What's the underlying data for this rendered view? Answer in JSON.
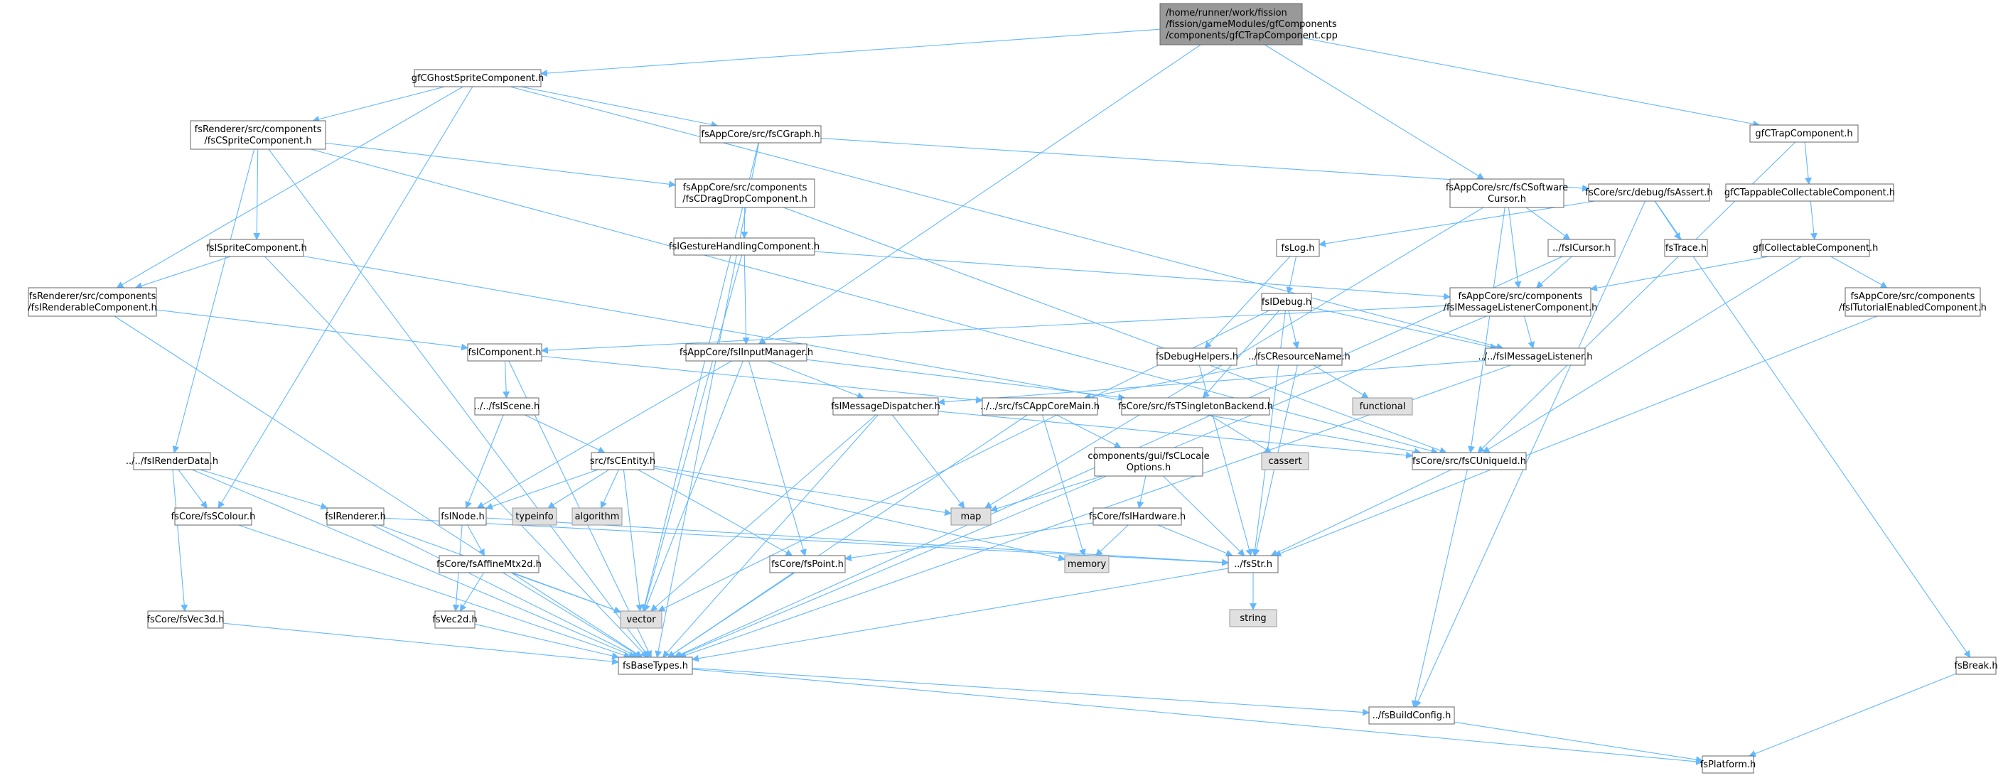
{
  "diagram": {
    "colors": {
      "edge": "#63B8FF",
      "node_fill": "#ffffff",
      "node_stroke": "#666666",
      "root_fill": "#999999",
      "root_stroke": "#666666",
      "system_fill": "#E0E0E0",
      "system_stroke": "#999999"
    },
    "nodes": [
      {
        "id": "root",
        "kind": "root",
        "lines": [
          "/home/runner/work/fission",
          "/fission/gameModules/gfComponents",
          "/components/gfCTrapComponent.cpp"
        ]
      },
      {
        "id": "ghost",
        "kind": "file",
        "lines": [
          "gfCGhostSpriteComponent.h"
        ]
      },
      {
        "id": "trap",
        "kind": "file",
        "lines": [
          "gfCTrapComponent.h"
        ]
      },
      {
        "id": "fscsprite",
        "kind": "file",
        "lines": [
          "fsRenderer/src/components",
          "/fsCSpriteComponent.h"
        ]
      },
      {
        "id": "cgraph",
        "kind": "file",
        "lines": [
          "fsAppCore/src/fsCGraph.h"
        ]
      },
      {
        "id": "softcursor",
        "kind": "file",
        "lines": [
          "fsAppCore/src/fsCSoftware",
          "Cursor.h"
        ]
      },
      {
        "id": "dragdrop",
        "kind": "file",
        "lines": [
          "fsAppCore/src/components",
          "/fsCDragDropComponent.h"
        ]
      },
      {
        "id": "assert",
        "kind": "file",
        "lines": [
          "fsCore/src/debug/fsAssert.h"
        ]
      },
      {
        "id": "tappable",
        "kind": "file",
        "lines": [
          "gfCTappableCollectableComponent.h"
        ]
      },
      {
        "id": "isprite",
        "kind": "file",
        "lines": [
          "fsISpriteComponent.h"
        ]
      },
      {
        "id": "gesture",
        "kind": "file",
        "lines": [
          "fsIGestureHandlingComponent.h"
        ]
      },
      {
        "id": "log",
        "kind": "file",
        "lines": [
          "fsLog.h"
        ]
      },
      {
        "id": "icursor",
        "kind": "file",
        "lines": [
          "../fsICursor.h"
        ]
      },
      {
        "id": "trace",
        "kind": "file",
        "lines": [
          "fsTrace.h"
        ]
      },
      {
        "id": "icollect",
        "kind": "file",
        "lines": [
          "gfICollectableComponent.h"
        ]
      },
      {
        "id": "irenderable",
        "kind": "file",
        "lines": [
          "fsRenderer/src/components",
          "/fsIRenderableComponent.h"
        ]
      },
      {
        "id": "idebug",
        "kind": "file",
        "lines": [
          "fsIDebug.h"
        ]
      },
      {
        "id": "imsglistcomp",
        "kind": "file",
        "lines": [
          "fsAppCore/src/components",
          "/fsIMessageListenerComponent.h"
        ]
      },
      {
        "id": "tutorial",
        "kind": "file",
        "lines": [
          "fsAppCore/src/components",
          "/fsITutorialEnabledComponent.h"
        ]
      },
      {
        "id": "icomponent",
        "kind": "file",
        "lines": [
          "fsIComponent.h"
        ]
      },
      {
        "id": "inputmgr",
        "kind": "file",
        "lines": [
          "fsAppCore/fsIInputManager.h"
        ]
      },
      {
        "id": "debughelpers",
        "kind": "file",
        "lines": [
          "fsDebugHelpers.h"
        ]
      },
      {
        "id": "resname",
        "kind": "file",
        "lines": [
          "../fsCResourceName.h"
        ]
      },
      {
        "id": "imsglistener",
        "kind": "file",
        "lines": [
          "../../fsIMessageListener.h"
        ]
      },
      {
        "id": "iscene",
        "kind": "file",
        "lines": [
          "../../fsIScene.h"
        ]
      },
      {
        "id": "imsgdispatch",
        "kind": "file",
        "lines": [
          "fsIMessageDispatcher.h"
        ]
      },
      {
        "id": "appcoremain",
        "kind": "file",
        "lines": [
          "../../src/fsCAppCoreMain.h"
        ]
      },
      {
        "id": "singleton",
        "kind": "file",
        "lines": [
          "fsCore/src/fsTSingletonBackend.h"
        ]
      },
      {
        "id": "functional",
        "kind": "system",
        "lines": [
          "functional"
        ]
      },
      {
        "id": "irenderdata",
        "kind": "file",
        "lines": [
          "../../fsIRenderData.h"
        ]
      },
      {
        "id": "centity",
        "kind": "file",
        "lines": [
          "src/fsCEntity.h"
        ]
      },
      {
        "id": "locale",
        "kind": "file",
        "lines": [
          "components/gui/fsCLocale",
          "Options.h"
        ]
      },
      {
        "id": "cassert",
        "kind": "system",
        "lines": [
          "cassert"
        ]
      },
      {
        "id": "uniqueid",
        "kind": "file",
        "lines": [
          "fsCore/src/fsCUniqueId.h"
        ]
      },
      {
        "id": "scolour",
        "kind": "file",
        "lines": [
          "fsCore/fsSColour.h"
        ]
      },
      {
        "id": "irenderer",
        "kind": "file",
        "lines": [
          "fsIRenderer.h"
        ]
      },
      {
        "id": "inode",
        "kind": "file",
        "lines": [
          "fsINode.h"
        ]
      },
      {
        "id": "typeinfo",
        "kind": "system",
        "lines": [
          "typeinfo"
        ]
      },
      {
        "id": "algorithm",
        "kind": "system",
        "lines": [
          "algorithm"
        ]
      },
      {
        "id": "map",
        "kind": "system",
        "lines": [
          "map"
        ]
      },
      {
        "id": "ihardware",
        "kind": "file",
        "lines": [
          "fsCore/fsIHardware.h"
        ]
      },
      {
        "id": "memory",
        "kind": "system",
        "lines": [
          "memory"
        ]
      },
      {
        "id": "fsstr",
        "kind": "file",
        "lines": [
          "../fsStr.h"
        ]
      },
      {
        "id": "affine",
        "kind": "file",
        "lines": [
          "fsCore/fsAffineMtx2d.h"
        ]
      },
      {
        "id": "point",
        "kind": "file",
        "lines": [
          "fsCore/fsPoint.h"
        ]
      },
      {
        "id": "string",
        "kind": "system",
        "lines": [
          "string"
        ]
      },
      {
        "id": "vec3d",
        "kind": "file",
        "lines": [
          "fsCore/fsVec3d.h"
        ]
      },
      {
        "id": "vec2d",
        "kind": "file",
        "lines": [
          "fsVec2d.h"
        ]
      },
      {
        "id": "vector",
        "kind": "system",
        "lines": [
          "vector"
        ]
      },
      {
        "id": "basetypes",
        "kind": "file",
        "lines": [
          "fsBaseTypes.h"
        ]
      },
      {
        "id": "break",
        "kind": "file",
        "lines": [
          "fsBreak.h"
        ]
      },
      {
        "id": "buildconfig",
        "kind": "file",
        "lines": [
          "../fsBuildConfig.h"
        ]
      },
      {
        "id": "platform",
        "kind": "file",
        "lines": [
          "fsPlatform.h"
        ]
      }
    ],
    "edges": [
      [
        "root",
        "ghost"
      ],
      [
        "root",
        "trap"
      ],
      [
        "root",
        "softcursor"
      ],
      [
        "root",
        "inputmgr"
      ],
      [
        "ghost",
        "fscsprite"
      ],
      [
        "ghost",
        "cgraph"
      ],
      [
        "ghost",
        "irenderable"
      ],
      [
        "ghost",
        "scolour"
      ],
      [
        "ghost",
        "imsglistener"
      ],
      [
        "trap",
        "tappable"
      ],
      [
        "trap",
        "uniqueid"
      ],
      [
        "fscsprite",
        "isprite"
      ],
      [
        "fscsprite",
        "irenderdata"
      ],
      [
        "fscsprite",
        "dragdrop"
      ],
      [
        "fscsprite",
        "basetypes"
      ],
      [
        "fscsprite",
        "uniqueid"
      ],
      [
        "cgraph",
        "assert"
      ],
      [
        "cgraph",
        "vector"
      ],
      [
        "cgraph",
        "basetypes"
      ],
      [
        "softcursor",
        "icursor"
      ],
      [
        "softcursor",
        "imsglistcomp"
      ],
      [
        "softcursor",
        "map"
      ],
      [
        "softcursor",
        "uniqueid"
      ],
      [
        "dragdrop",
        "gesture"
      ],
      [
        "dragdrop",
        "uniqueid"
      ],
      [
        "assert",
        "log"
      ],
      [
        "assert",
        "trace"
      ],
      [
        "assert",
        "break"
      ],
      [
        "assert",
        "buildconfig"
      ],
      [
        "tappable",
        "icollect"
      ],
      [
        "isprite",
        "irenderable"
      ],
      [
        "isprite",
        "basetypes"
      ],
      [
        "isprite",
        "uniqueid"
      ],
      [
        "gesture",
        "inputmgr"
      ],
      [
        "gesture",
        "imsglistcomp"
      ],
      [
        "gesture",
        "vector"
      ],
      [
        "log",
        "idebug"
      ],
      [
        "log",
        "debughelpers"
      ],
      [
        "icursor",
        "imsglistcomp"
      ],
      [
        "icursor",
        "basetypes"
      ],
      [
        "icollect",
        "imsglistcomp"
      ],
      [
        "icollect",
        "tutorial"
      ],
      [
        "icollect",
        "uniqueid"
      ],
      [
        "irenderable",
        "icomponent"
      ],
      [
        "irenderable",
        "basetypes"
      ],
      [
        "idebug",
        "resname"
      ],
      [
        "idebug",
        "imsglistener"
      ],
      [
        "idebug",
        "singleton"
      ],
      [
        "idebug",
        "fsstr"
      ],
      [
        "idebug",
        "vector"
      ],
      [
        "imsglistcomp",
        "imsglistener"
      ],
      [
        "imsglistcomp",
        "icomponent"
      ],
      [
        "imsglistcomp",
        "basetypes"
      ],
      [
        "tutorial",
        "fsstr"
      ],
      [
        "icomponent",
        "iscene"
      ],
      [
        "icomponent",
        "appcoremain"
      ],
      [
        "icomponent",
        "basetypes"
      ],
      [
        "inputmgr",
        "imsgdispatch"
      ],
      [
        "inputmgr",
        "singleton"
      ],
      [
        "inputmgr",
        "inode"
      ],
      [
        "inputmgr",
        "point"
      ],
      [
        "inputmgr",
        "vector"
      ],
      [
        "debughelpers",
        "fsstr"
      ],
      [
        "resname",
        "functional"
      ],
      [
        "resname",
        "fsstr"
      ],
      [
        "resname",
        "appcoremain"
      ],
      [
        "imsglistener",
        "imsgdispatch"
      ],
      [
        "imsglistener",
        "basetypes"
      ],
      [
        "iscene",
        "centity"
      ],
      [
        "iscene",
        "inode"
      ],
      [
        "imsgdispatch",
        "uniqueid"
      ],
      [
        "imsgdispatch",
        "map"
      ],
      [
        "imsgdispatch",
        "vector"
      ],
      [
        "imsgdispatch",
        "basetypes"
      ],
      [
        "appcoremain",
        "locale"
      ],
      [
        "appcoremain",
        "memory"
      ],
      [
        "appcoremain",
        "basetypes"
      ],
      [
        "singleton",
        "cassert"
      ],
      [
        "irenderdata",
        "scolour"
      ],
      [
        "irenderdata",
        "irenderer"
      ],
      [
        "irenderdata",
        "vec3d"
      ],
      [
        "irenderdata",
        "basetypes"
      ],
      [
        "centity",
        "typeinfo"
      ],
      [
        "centity",
        "algorithm"
      ],
      [
        "centity",
        "map"
      ],
      [
        "centity",
        "memory"
      ],
      [
        "centity",
        "vector"
      ],
      [
        "centity",
        "inode"
      ],
      [
        "centity",
        "point"
      ],
      [
        "locale",
        "ihardware"
      ],
      [
        "locale",
        "map"
      ],
      [
        "locale",
        "fsstr"
      ],
      [
        "uniqueid",
        "fsstr"
      ],
      [
        "uniqueid",
        "buildconfig"
      ],
      [
        "scolour",
        "basetypes"
      ],
      [
        "irenderer",
        "fsstr"
      ],
      [
        "irenderer",
        "vector"
      ],
      [
        "irenderer",
        "basetypes"
      ],
      [
        "inode",
        "affine"
      ],
      [
        "inode",
        "fsstr"
      ],
      [
        "inode",
        "vec2d"
      ],
      [
        "ihardware",
        "memory"
      ],
      [
        "ihardware",
        "fsstr"
      ],
      [
        "ihardware",
        "point"
      ],
      [
        "fsstr",
        "string"
      ],
      [
        "fsstr",
        "basetypes"
      ],
      [
        "affine",
        "vec2d"
      ],
      [
        "affine",
        "vector"
      ],
      [
        "affine",
        "basetypes"
      ],
      [
        "point",
        "basetypes"
      ],
      [
        "vec3d",
        "basetypes"
      ],
      [
        "vec2d",
        "basetypes"
      ],
      [
        "basetypes",
        "buildconfig"
      ],
      [
        "basetypes",
        "platform"
      ],
      [
        "break",
        "platform"
      ],
      [
        "buildconfig",
        "platform"
      ]
    ]
  }
}
